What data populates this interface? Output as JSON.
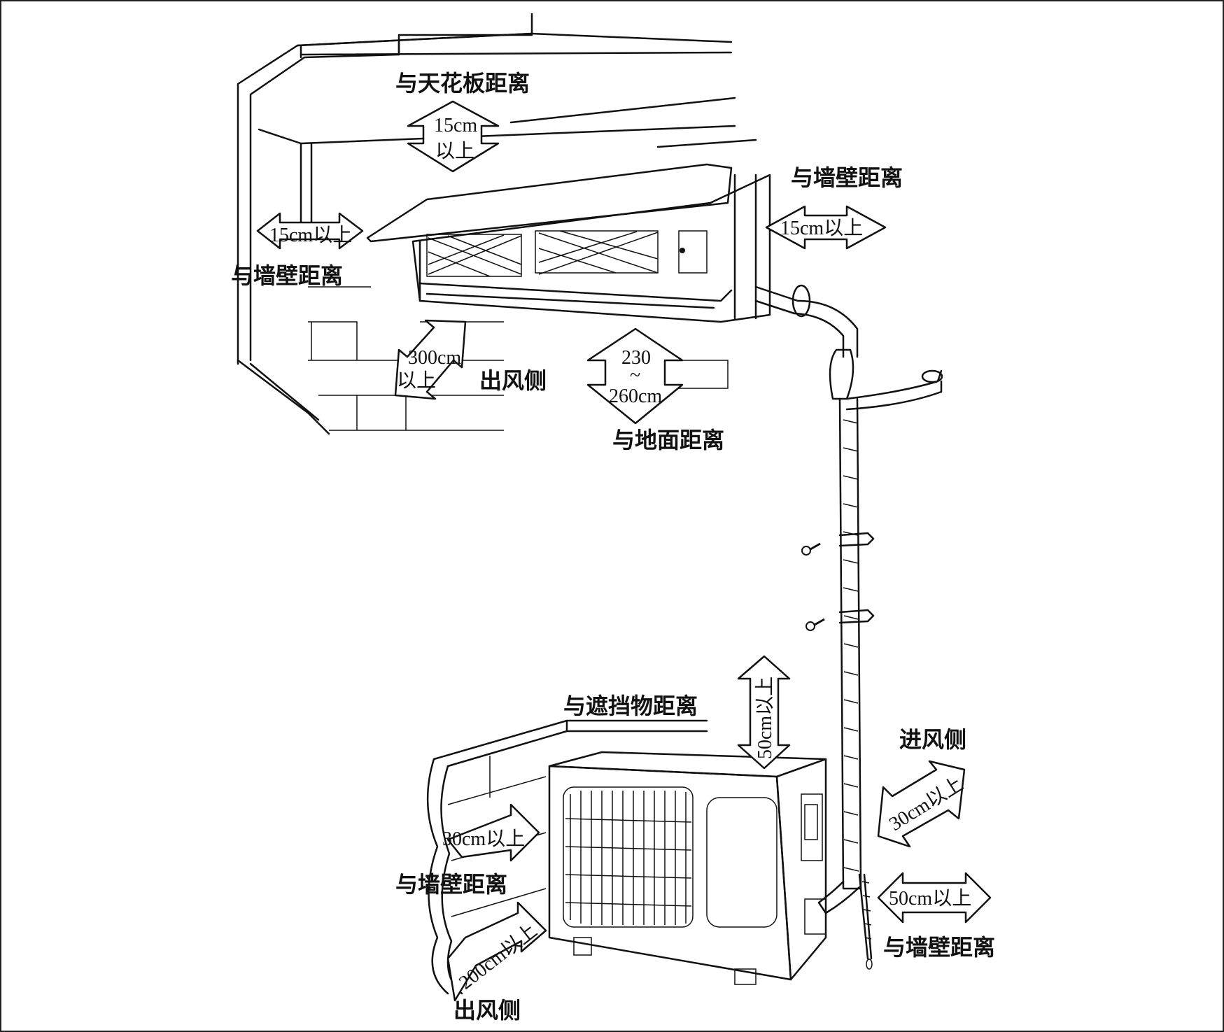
{
  "indoor": {
    "ceiling_label": "与天花板距离",
    "ceiling_dim_line1": "15cm",
    "ceiling_dim_line2": "以上",
    "right_wall_label": "与墙壁距离",
    "right_wall_dim": "15cm以上",
    "left_wall_label": "与墙壁距离",
    "left_wall_dim": "15cm以上",
    "outlet_dim_line1": "300cm",
    "outlet_dim_line2": "以上",
    "outlet_label": "出风侧",
    "floor_dim_line1": "230",
    "floor_dim_line2": "~",
    "floor_dim_line3": "260cm",
    "floor_label": "与地面距离"
  },
  "outdoor": {
    "obstacle_label": "与遮挡物距离",
    "top_dim": "50cm以上",
    "inlet_label": "进风侧",
    "inlet_dim": "30cm以上",
    "left_wall_dim": "30cm以上",
    "left_wall_label": "与墙壁距离",
    "outlet_dim": "200cm以上",
    "outlet_label": "出风侧",
    "right_wall_dim": "50cm以上",
    "right_wall_label": "与墙壁距离"
  }
}
